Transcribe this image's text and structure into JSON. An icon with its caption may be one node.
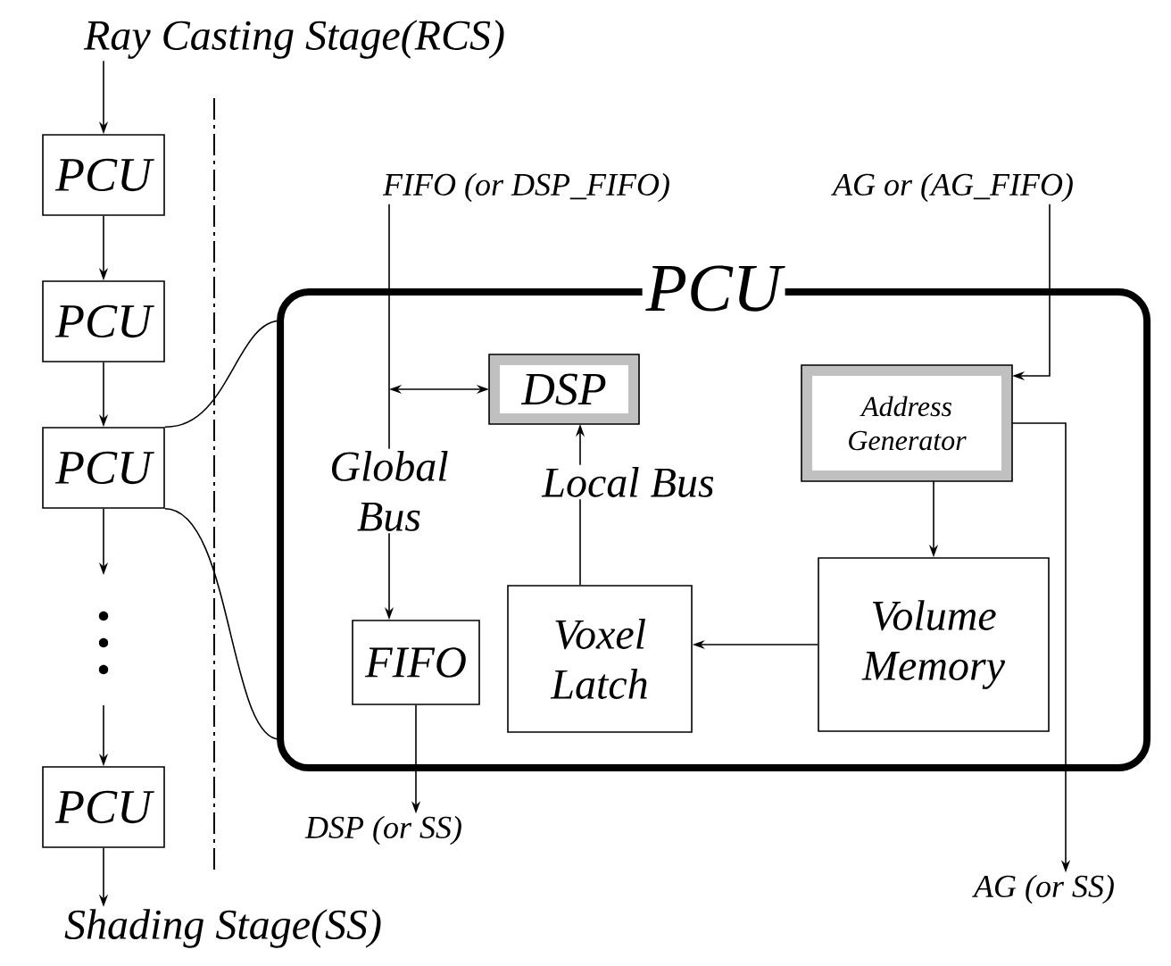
{
  "diagram": {
    "nodes": [
      {
        "text": [
          "Ray Casting Stage(RCS)"
        ]
      },
      {
        "text": [
          "PCU"
        ]
      },
      {
        "text": [
          "PCU"
        ]
      },
      {
        "text": [
          "PCU"
        ]
      },
      {
        "text": [
          "PCU"
        ]
      },
      {
        "text": [
          "Shading Stage(SS)"
        ]
      },
      {
        "text": [
          "FIFO (or DSP_FIFO)"
        ]
      },
      {
        "text": [
          "AG or (AG_FIFO)"
        ]
      },
      {
        "text": [
          "PCU"
        ]
      },
      {
        "text": [
          "DSP"
        ],
        "in": 8
      },
      {
        "text": [
          "Address Generator"
        ],
        "in": 8
      },
      {
        "text": [
          "Global Bus"
        ],
        "in": 8
      },
      {
        "text": [
          "Local Bus"
        ],
        "in": 8
      },
      {
        "text": [
          "FIFO"
        ],
        "in": 8
      },
      {
        "text": [
          "Voxel Latch"
        ],
        "in": 8
      },
      {
        "text": [
          "Volume Memory"
        ],
        "in": 8
      },
      {
        "text": [
          "DSP (or SS)"
        ]
      },
      {
        "text": [
          "AG (or SS)"
        ]
      }
    ],
    "edges": [
      {
        "from": 0,
        "to": 1,
        "arrow": "to"
      },
      {
        "from": 1,
        "to": 2,
        "arrow": "to"
      },
      {
        "from": 2,
        "to": 3,
        "arrow": "to"
      },
      {
        "from": 3,
        "to": null,
        "arrow": "to"
      },
      {
        "from": null,
        "to": 4,
        "arrow": "to"
      },
      {
        "from": 4,
        "to": 5,
        "arrow": "to"
      },
      {
        "from": 3,
        "to": 8,
        "arrow": "none"
      },
      {
        "from": 3,
        "to": 8,
        "arrow": "none"
      },
      {
        "from": 6,
        "to": 11,
        "arrow": "none"
      },
      {
        "from": null,
        "to": 9,
        "arrow": "both"
      },
      {
        "from": 11,
        "to": 13,
        "arrow": "to"
      },
      {
        "from": 12,
        "to": 9,
        "arrow": "to"
      },
      {
        "from": 14,
        "to": 12,
        "arrow": "none"
      },
      {
        "from": 7,
        "to": 10,
        "arrow": "to"
      },
      {
        "from": 10,
        "to": 15,
        "arrow": "to"
      },
      {
        "from": 15,
        "to": 14,
        "arrow": "to"
      },
      {
        "from": 13,
        "to": 16,
        "arrow": "to"
      },
      {
        "from": 10,
        "to": 17,
        "arrow": "to"
      }
    ]
  }
}
